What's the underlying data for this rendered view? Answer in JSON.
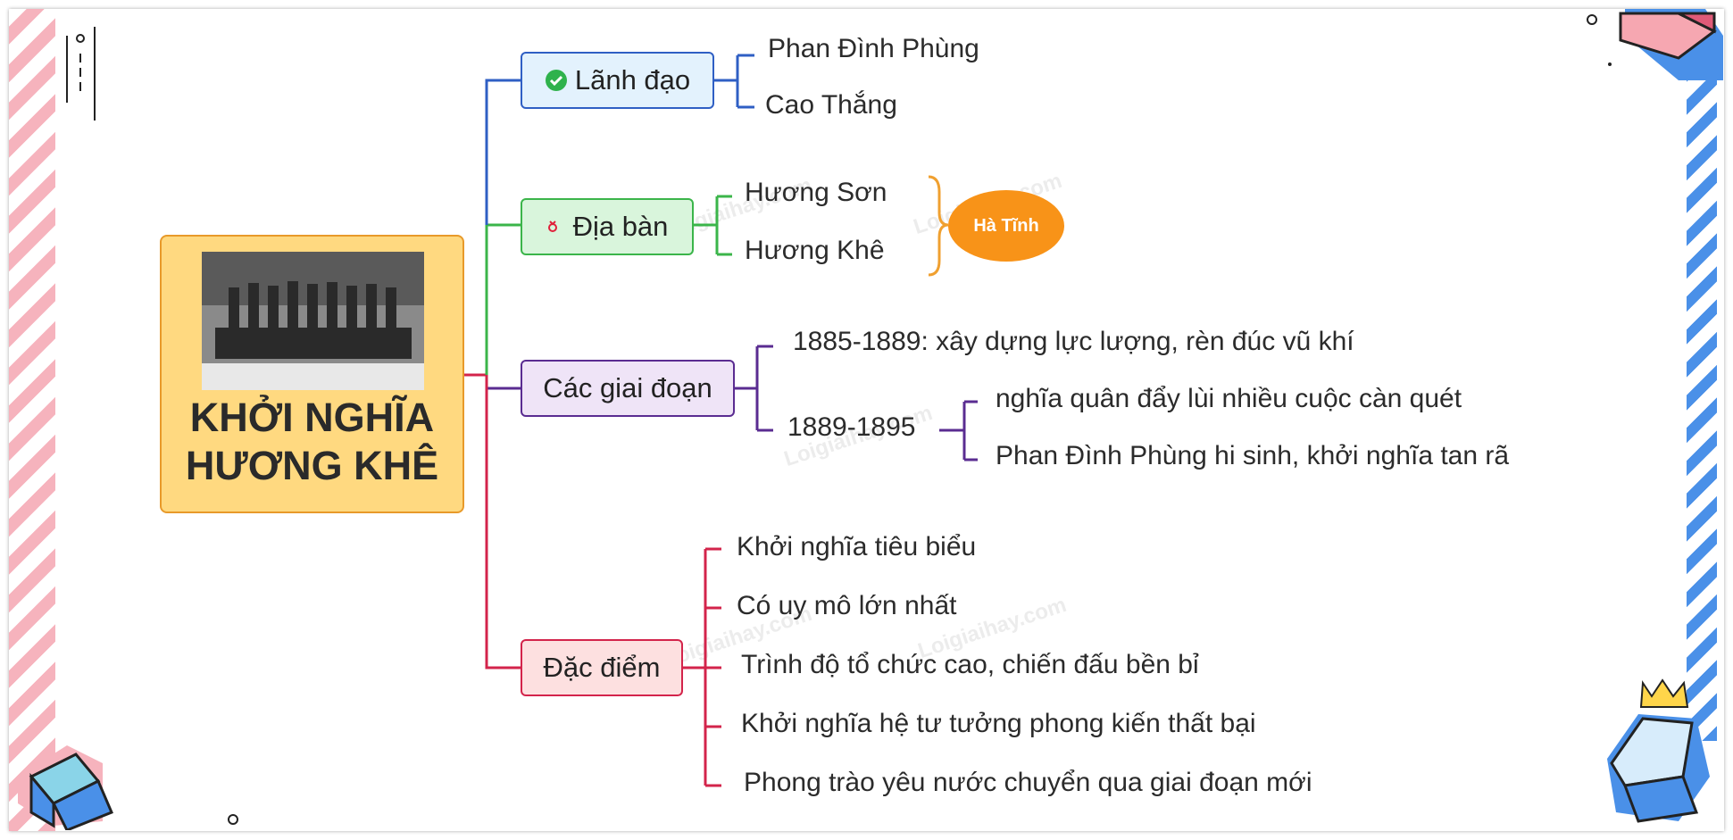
{
  "root": {
    "title_line1": "KHỞI NGHĨA",
    "title_line2": "HƯƠNG KHÊ"
  },
  "branches": {
    "lanh_dao": {
      "label": "Lãnh đạo",
      "color": "#2f5fc4",
      "fill": "#e3f2fd",
      "items": [
        "Phan Đình Phùng",
        "Cao Thắng"
      ]
    },
    "dia_ban": {
      "label": "Địa bàn",
      "color": "#3bb54a",
      "fill": "#d9f5dc",
      "items": [
        "Hương Sơn",
        "Hương Khê"
      ],
      "group_tag": "Hà Tĩnh",
      "tag_color": "#f89318"
    },
    "giai_doan": {
      "label": "Các giai đoạn",
      "color": "#5a2c91",
      "fill": "#efe4f7",
      "period1": "1885-1889: xây dựng lực lượng, rèn đúc vũ khí",
      "period2": "1889-1895",
      "period2_items": [
        "nghĩa quân đẩy lùi nhiều cuộc càn quét",
        "Phan Đình Phùng hi sinh, khởi nghĩa tan rã"
      ]
    },
    "dac_diem": {
      "label": "Đặc điểm",
      "color": "#d3244b",
      "fill": "#fde0e0",
      "items": [
        "Khởi nghĩa tiêu biểu",
        "Có uy mô lớn nhất",
        "Trình độ tổ chức cao, chiến đấu bền bỉ",
        "Khởi nghĩa hệ tư tưởng phong kiến thất bại",
        "Phong trào yêu nước chuyển qua giai đoạn mới"
      ]
    }
  },
  "icons": {
    "lanh_dao": "check-circle-icon",
    "dia_ban": "location-pin-icon"
  },
  "watermark_text": "Loigiaihay.com"
}
